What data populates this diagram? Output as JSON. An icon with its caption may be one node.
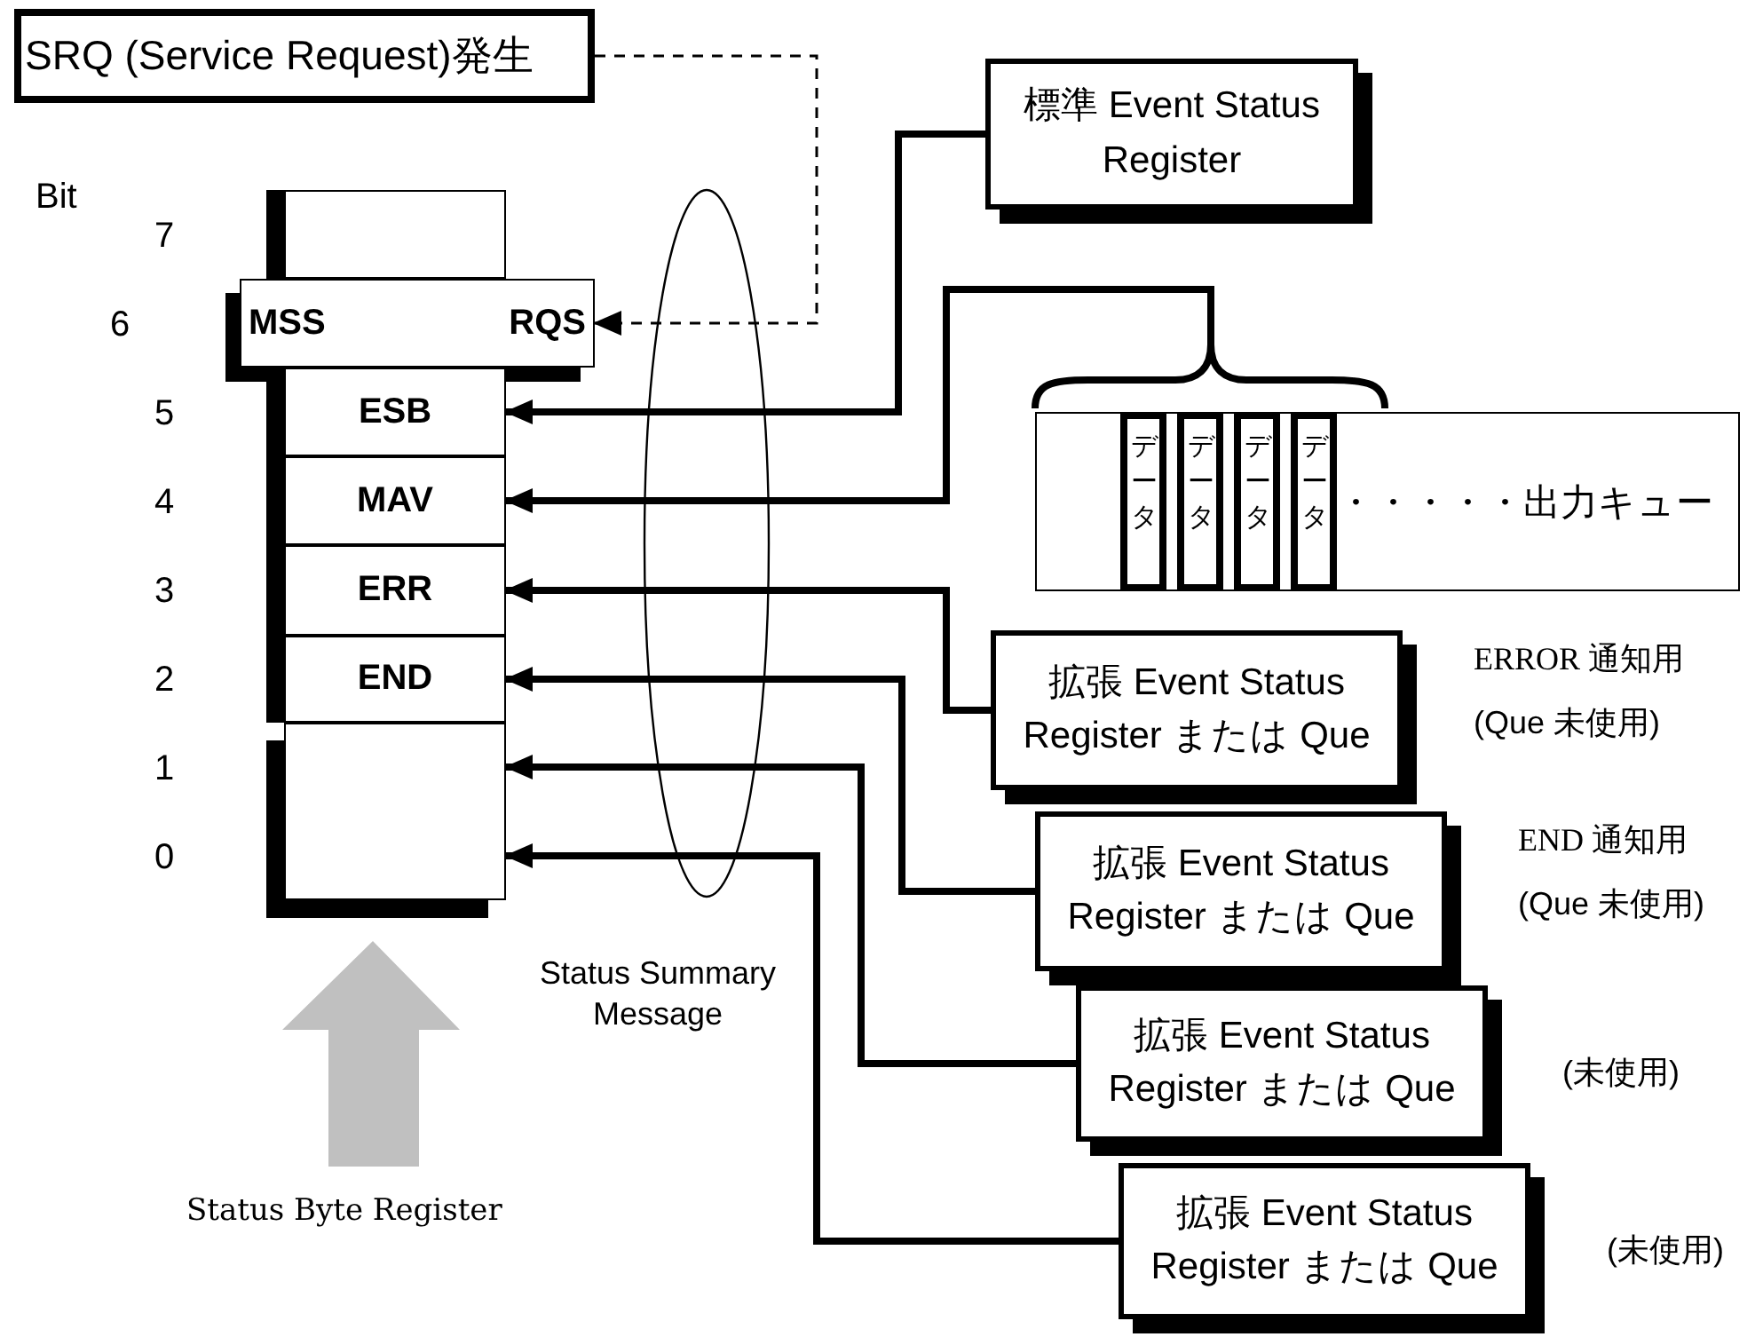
{
  "diagram": {
    "nodes": [
      {
        "text": [
          "SRQ (Service Request)発生"
        ]
      },
      {
        "text": [],
        "shape": "box"
      },
      {
        "text": [
          "MSS",
          "RQS"
        ]
      },
      {
        "text": [
          "ESB"
        ]
      },
      {
        "text": [
          "MAV"
        ]
      },
      {
        "text": [
          "ERR"
        ]
      },
      {
        "text": [
          "END"
        ]
      },
      {
        "text": [],
        "shape": "box"
      },
      {
        "text": [
          "標準 Event Status Register"
        ]
      },
      {
        "text": [
          "・・・・・出力キュー"
        ]
      },
      {
        "text": [
          "データ"
        ],
        "in": 9
      },
      {
        "text": [
          "データ"
        ],
        "in": 9
      },
      {
        "text": [
          "データ"
        ],
        "in": 9
      },
      {
        "text": [
          "データ"
        ],
        "in": 9
      },
      {
        "text": [
          "拡張 Event Status Register または Que"
        ],
        "beside": [
          "ERROR 通知用",
          "(Que 未使用)"
        ]
      },
      {
        "text": [
          "拡張 Event Status Register または Que"
        ],
        "beside": [
          "END 通知用",
          "(Que 未使用)"
        ]
      },
      {
        "text": [
          "拡張 Event Status Register または Que"
        ],
        "beside": [
          "(未使用)"
        ]
      },
      {
        "text": [
          "拡張 Event Status Register または Que"
        ],
        "beside": [
          "(未使用)"
        ]
      }
    ],
    "edges": [
      {
        "from": 0,
        "to": 2,
        "arrow": "to",
        "style": "dashed"
      },
      {
        "from": 8,
        "to": 3,
        "arrow": "to"
      },
      {
        "from": 9,
        "to": 4,
        "arrow": "to"
      },
      {
        "from": 14,
        "to": 5,
        "arrow": "to"
      },
      {
        "from": 15,
        "to": 6,
        "arrow": "to"
      },
      {
        "from": 16,
        "to": 7,
        "arrow": "to"
      },
      {
        "from": 17,
        "to": 7,
        "arrow": "to"
      }
    ],
    "labels": [
      "Bit",
      "7",
      "6",
      "5",
      "4",
      "3",
      "2",
      "1",
      "0",
      "Status Summary Message",
      "Status Byte Register"
    ]
  }
}
